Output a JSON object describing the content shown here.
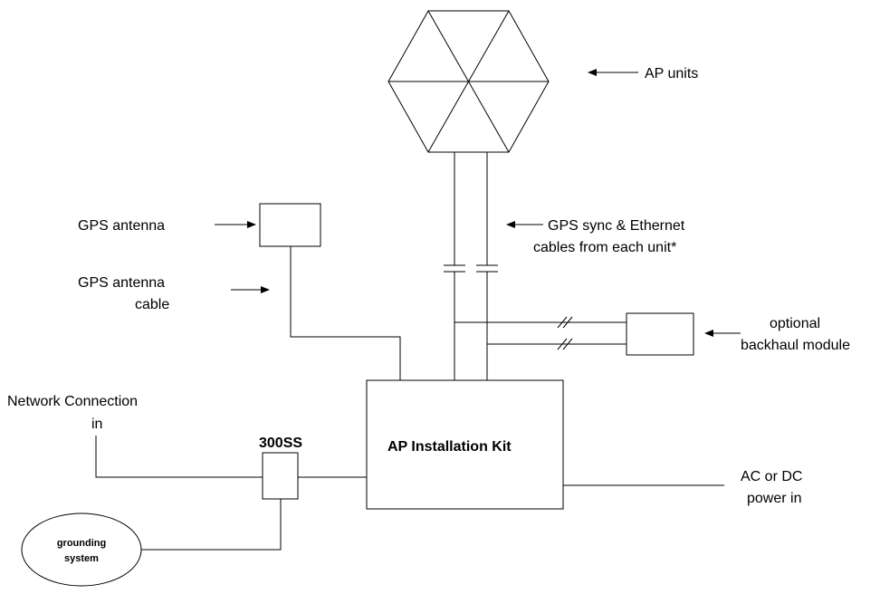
{
  "labels": {
    "ap_units": "AP units",
    "gps_antenna": "GPS antenna",
    "gps_antenna_cable_1": "GPS antenna",
    "gps_antenna_cable_2": "cable",
    "gps_sync_1": "GPS sync & Ethernet",
    "gps_sync_2": "cables from each unit*",
    "optional_1": "optional",
    "optional_2": "backhaul module",
    "network_1": "Network Connection",
    "network_2": "in",
    "surge": "300SS",
    "kit": "AP Installation Kit",
    "power_1": "AC or DC",
    "power_2": "power in",
    "grounding_1": "grounding",
    "grounding_2": "system"
  }
}
